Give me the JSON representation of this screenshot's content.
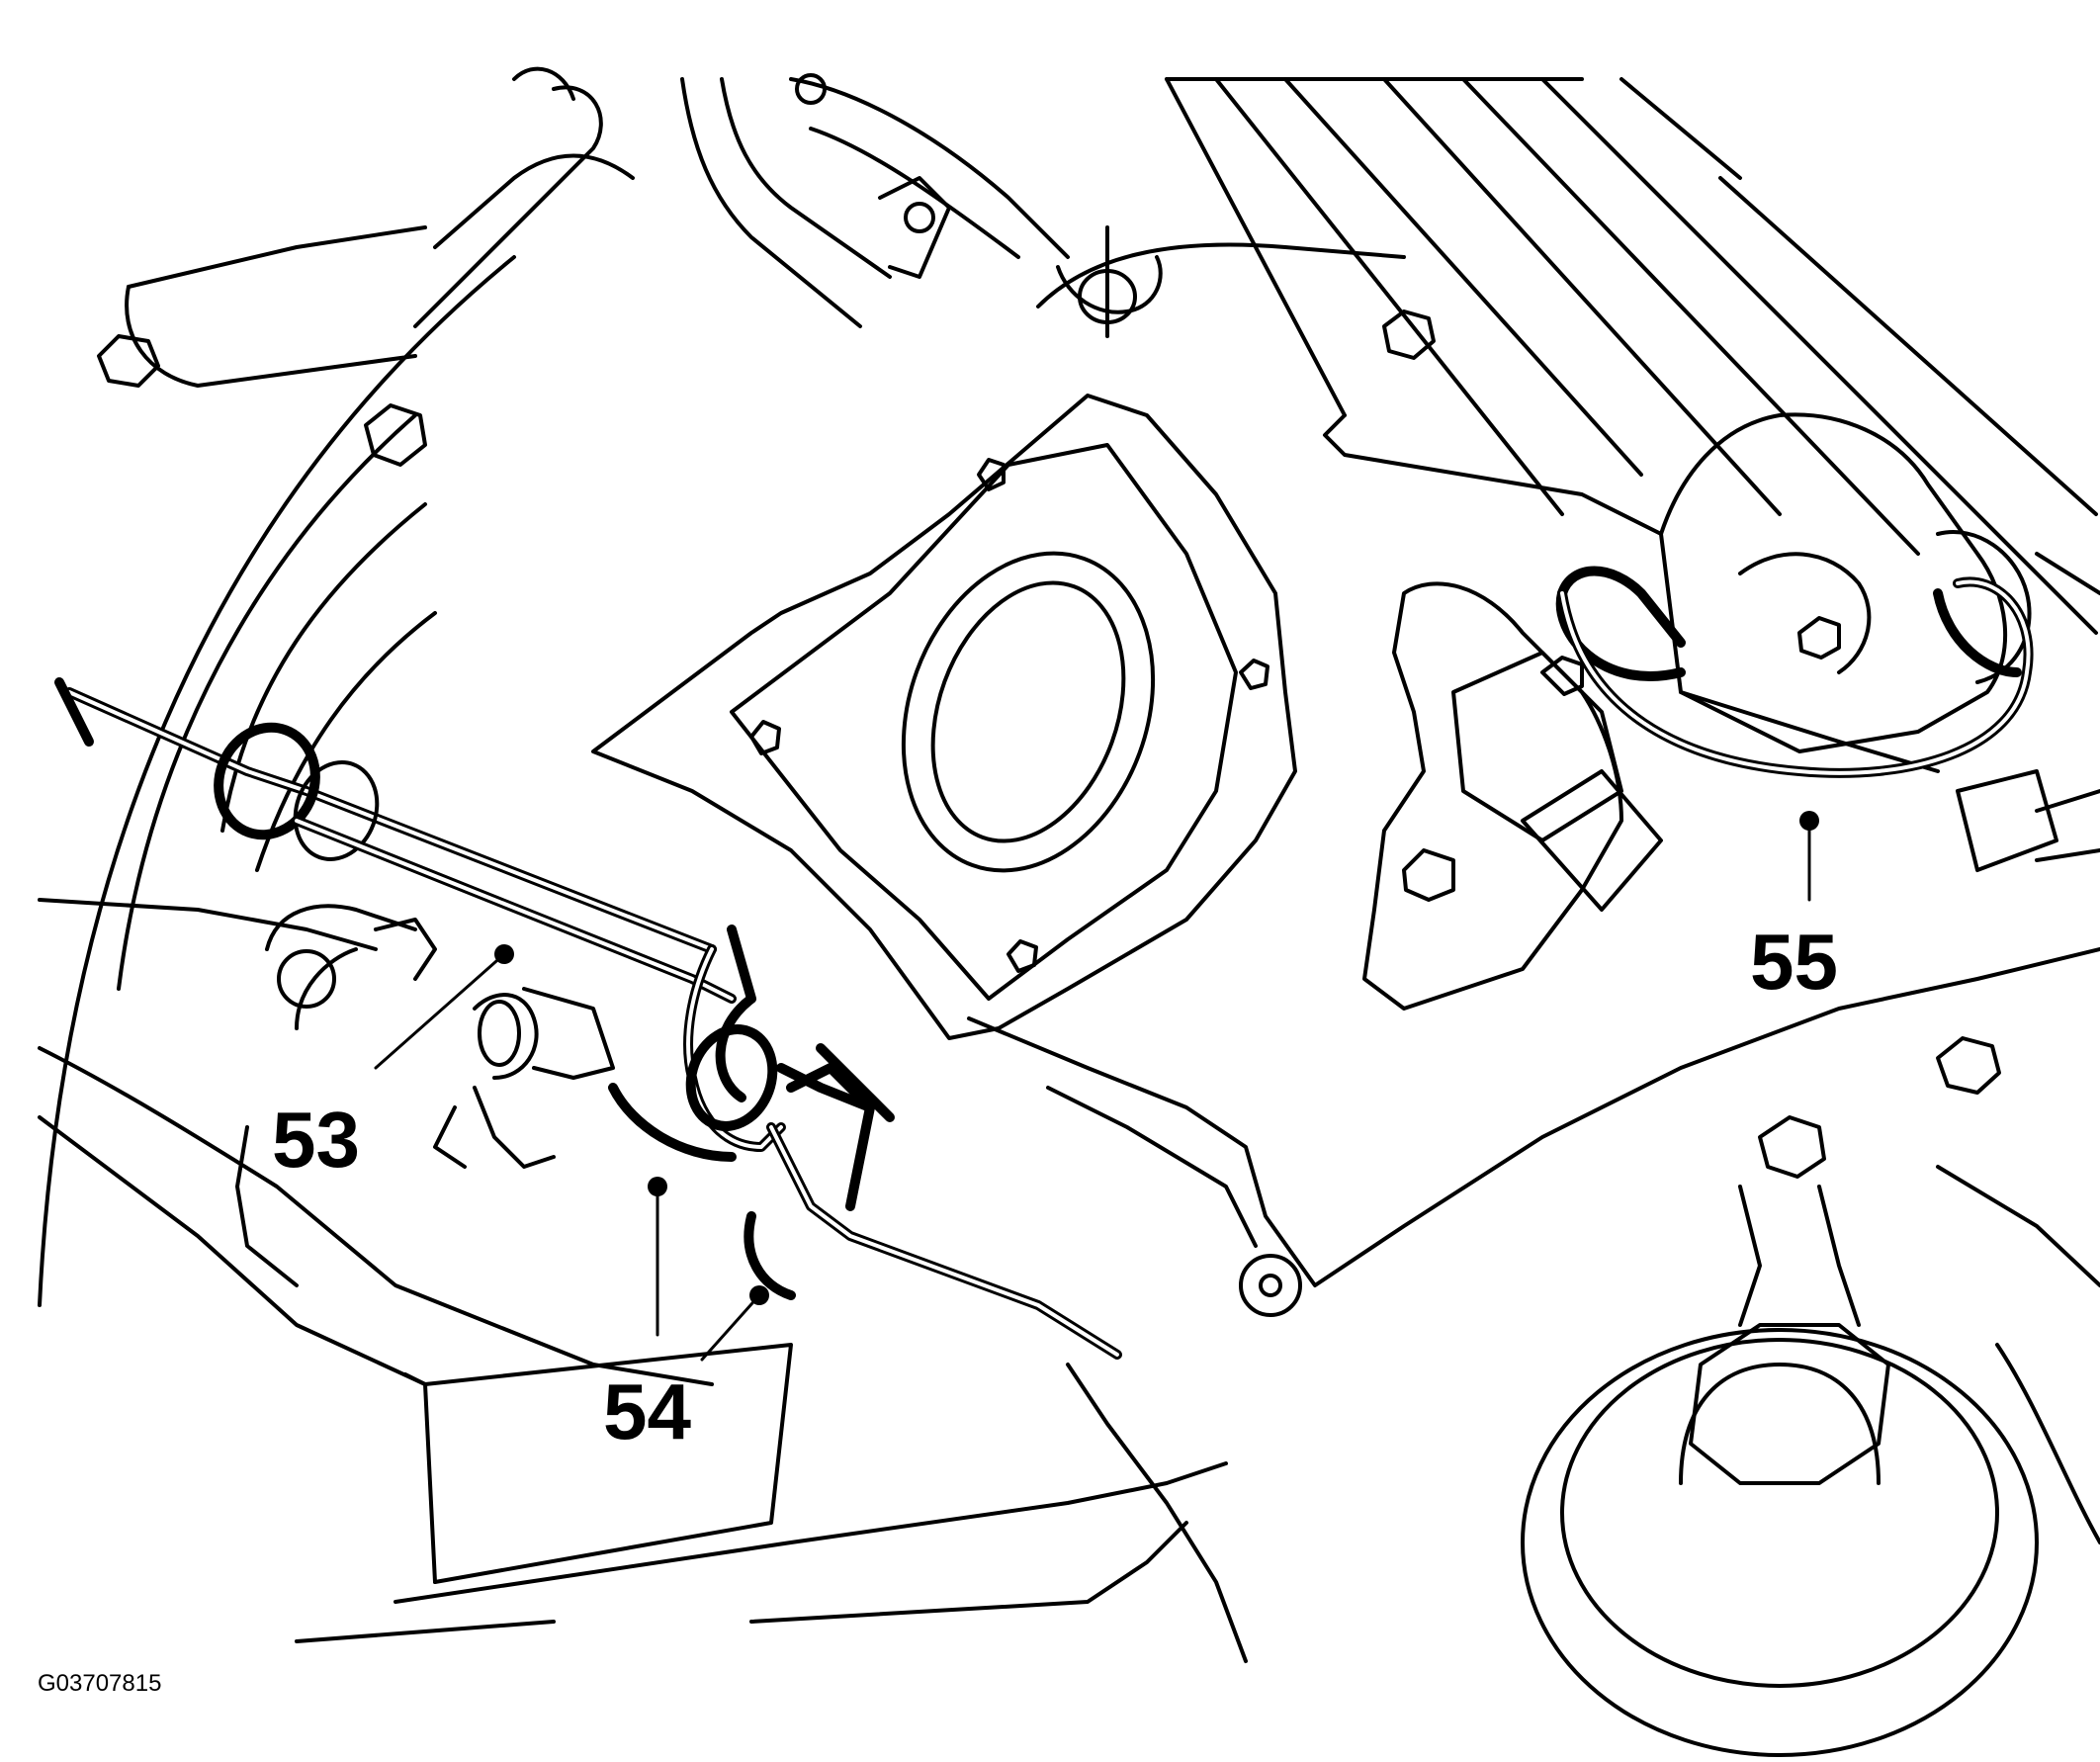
{
  "diagram": {
    "callouts": [
      {
        "id": "callout-53",
        "number": "53"
      },
      {
        "id": "callout-54",
        "number": "54"
      },
      {
        "id": "callout-55",
        "number": "55"
      }
    ],
    "figure_id": "G03707815"
  }
}
